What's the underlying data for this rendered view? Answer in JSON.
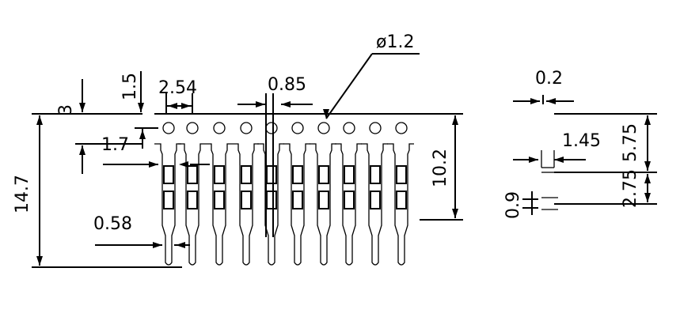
{
  "drawing": {
    "pin_count": 10,
    "dimensions": {
      "pitch": "2.54",
      "hole_diameter": "ø1.2",
      "slot_width": "0.85",
      "carrier_height": "3",
      "hole_offset": "1.5",
      "hole_to_body": "1.7",
      "total_length": "14.7",
      "body_length": "10.2",
      "pin_width": "0.58",
      "thickness": "0.2",
      "side_width": "1.45",
      "side_upper": "5.75",
      "side_lower": "2.75",
      "side_pin": "0.9"
    }
  }
}
